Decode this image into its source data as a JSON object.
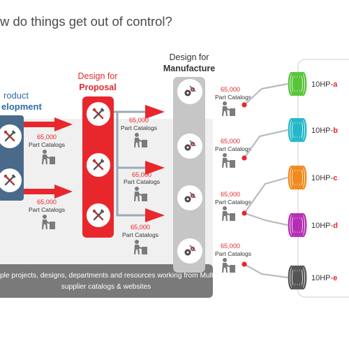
{
  "title": "w do things get out of control?",
  "columns": {
    "product": {
      "line1": "roduct",
      "line2": "elopment"
    },
    "proposal": {
      "line1": "Design for",
      "line2": "Proposal"
    },
    "manufacture": {
      "line1": "Design for",
      "line2": "Manufacture"
    }
  },
  "catalog_count": "65,000",
  "catalog_label": "Part Catalogs",
  "footer": {
    "line1": "ple projects, designs, departments and resources working from Multiple",
    "line2": "supplier catalogs & websites"
  },
  "outputs": [
    {
      "prefix": "10HP-",
      "suffix": "a",
      "color": "#57c53a"
    },
    {
      "prefix": "10HP-",
      "suffix": "b",
      "color": "#22b8c9"
    },
    {
      "prefix": "10HP-",
      "suffix": "c",
      "color": "#f08a1c"
    },
    {
      "prefix": "10HP-",
      "suffix": "d",
      "color": "#b52db5"
    },
    {
      "prefix": "10HP-",
      "suffix": "e",
      "color": "#555555"
    }
  ],
  "colors": {
    "accent_red": "#e8272c",
    "product_blue": "#4a6a8c",
    "title_blue": "#2e6da4",
    "grey_column": "#c6c6c6"
  }
}
